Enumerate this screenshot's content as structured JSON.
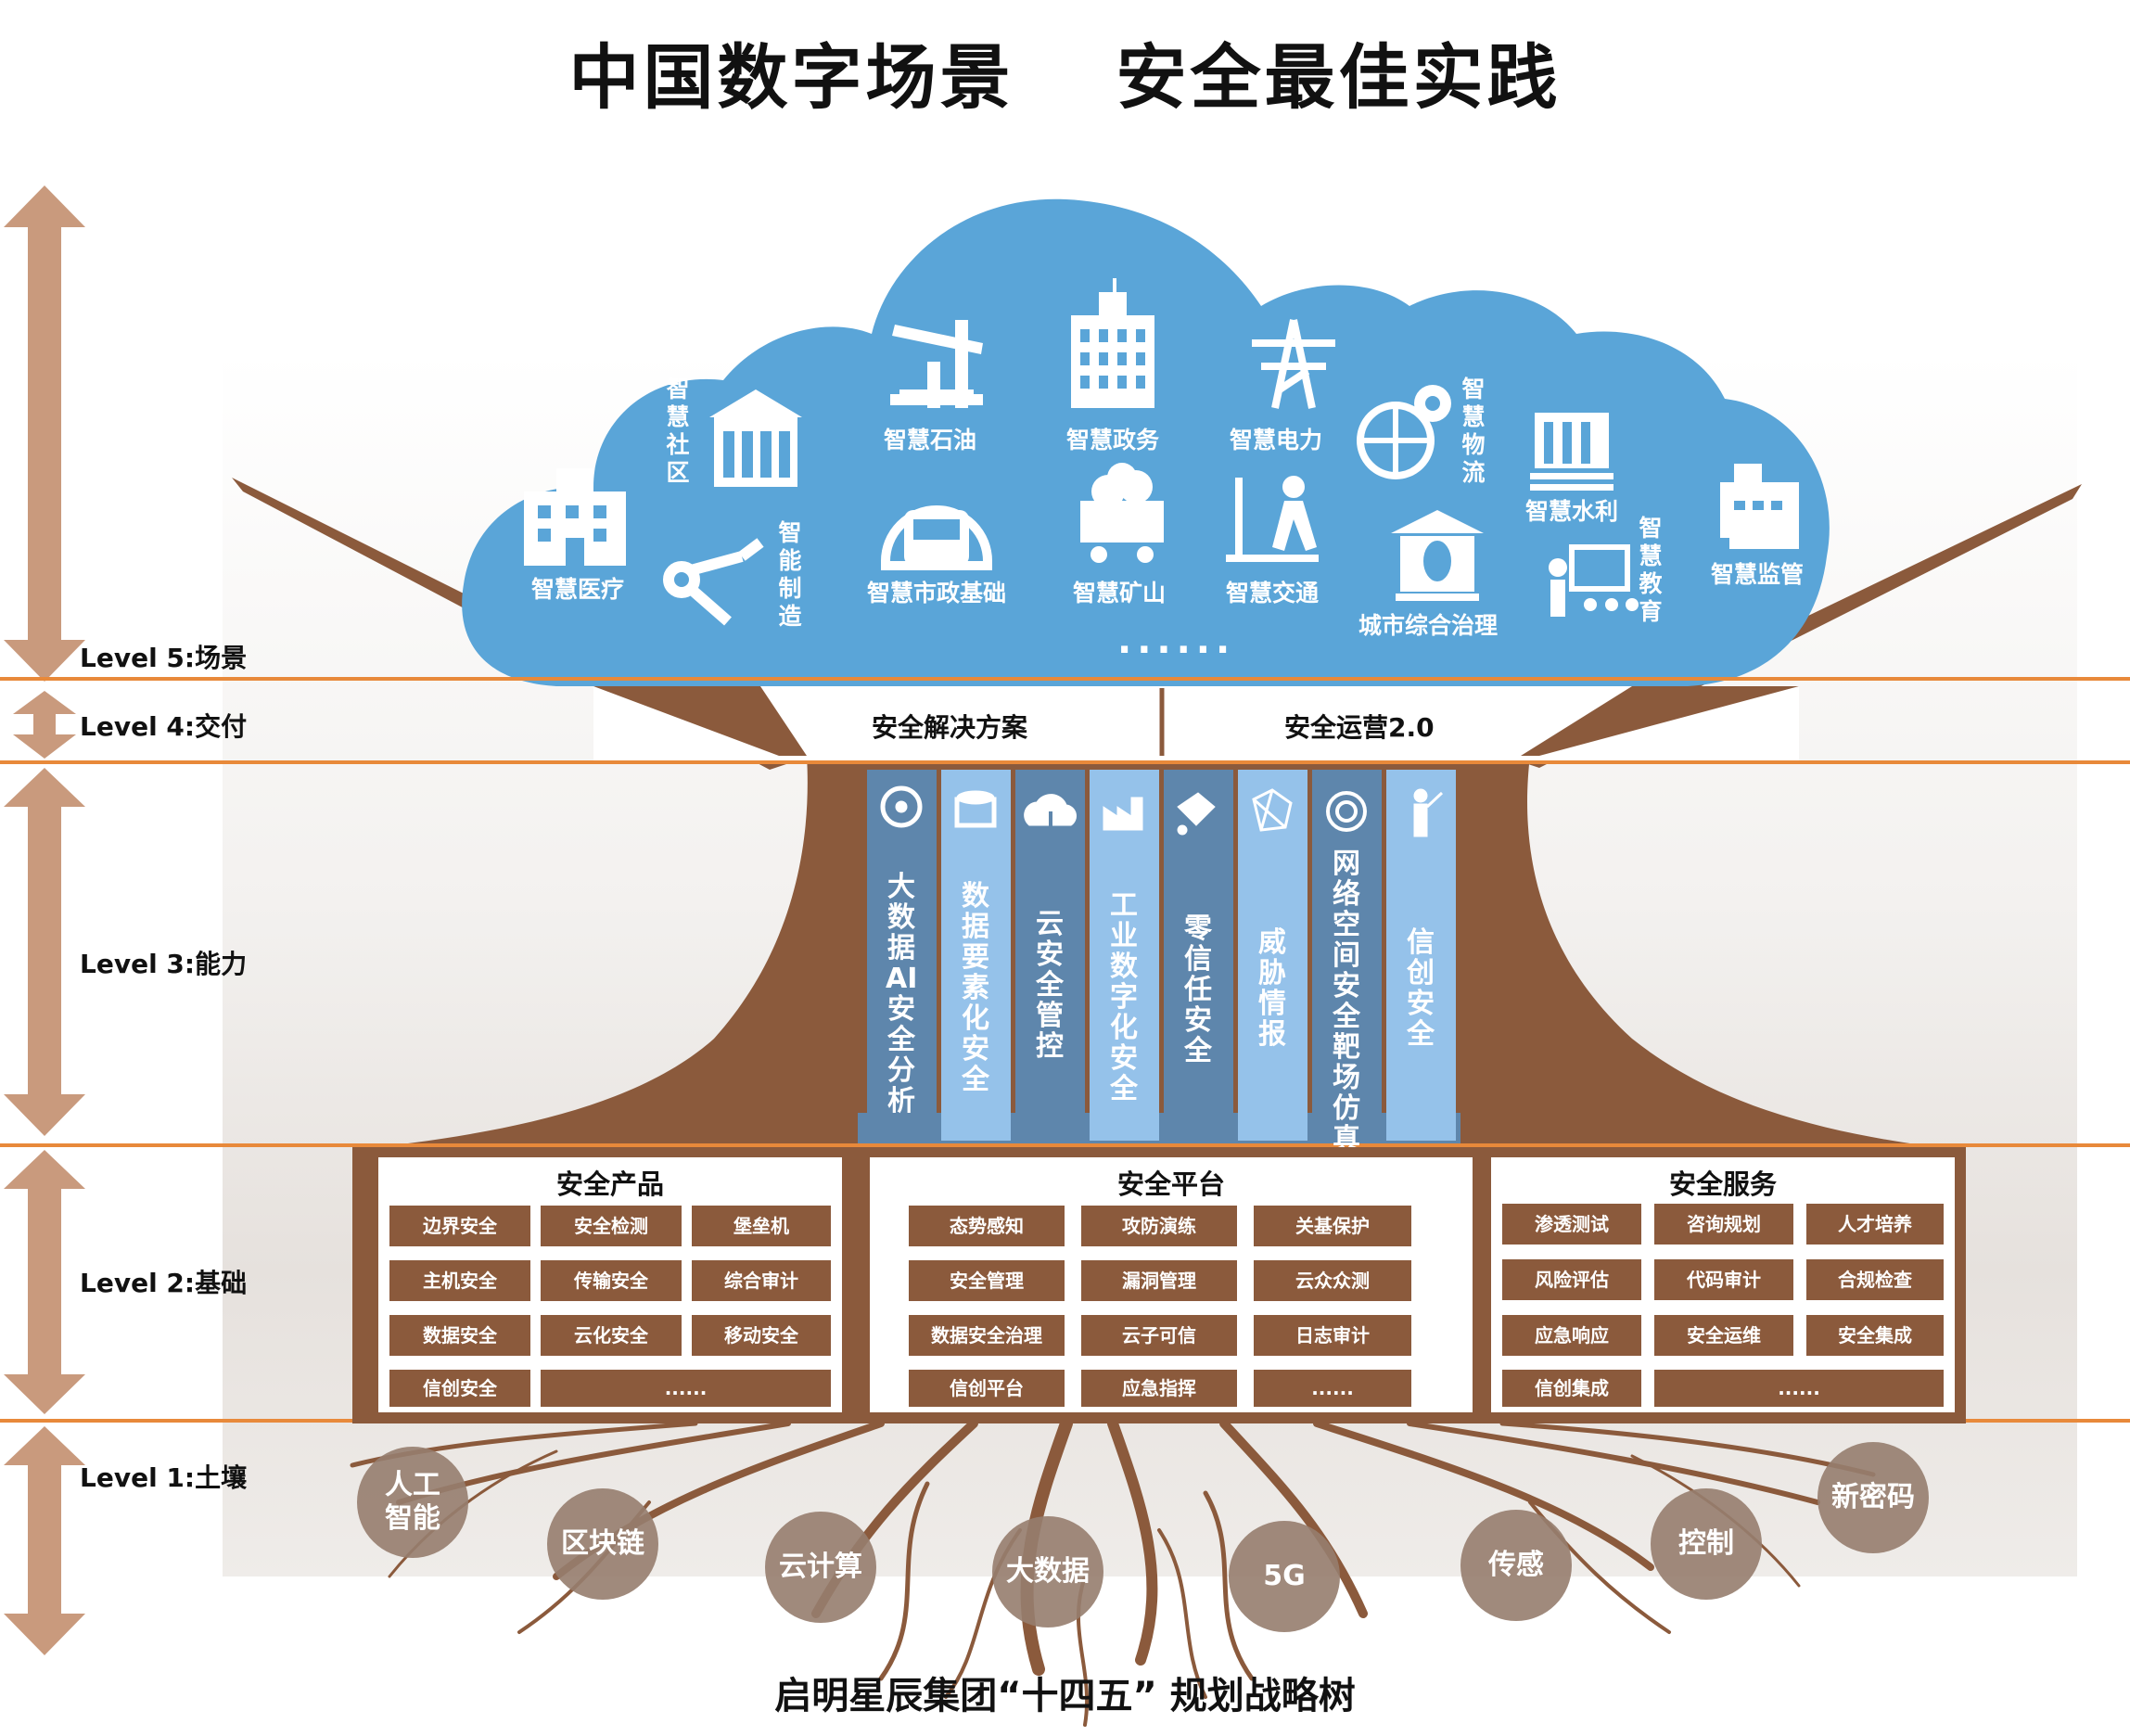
{
  "title": {
    "left": "中国数字场景",
    "right": "安全最佳实践"
  },
  "footer": "启明星辰集团“十四五” 规划战略树",
  "levels": [
    "Level 5:场景",
    "Level 4:交付",
    "Level 3:能力",
    "Level 2:基础",
    "Level 1:土壤"
  ],
  "colors": {
    "cloud": "#5aa5d8",
    "trunk": "#8b5a3c",
    "arrow": "#c99a7d",
    "band": "#e8893a",
    "pillar_dark": "#5e86ac",
    "pillar_light": "#95c2ea"
  },
  "scenes": {
    "medical": "智慧医疗",
    "community": "智慧社区",
    "manufacturing": "智能制造",
    "oil": "智慧石油",
    "gov": "智慧政务",
    "power": "智慧电力",
    "logistics": "智慧物流",
    "water": "智慧水利",
    "supervision": "智慧监管",
    "municipal": "智慧市政基础",
    "mine": "智慧矿山",
    "traffic": "智慧交通",
    "city": "城市综合治理",
    "education": "智慧教育",
    "more": "......"
  },
  "delivery": {
    "left": "安全解决方案",
    "right": "安全运营2.0"
  },
  "capabilities": [
    "大数据AI安全分析",
    "数据要素化安全",
    "云安全管控",
    "工业数字化安全",
    "零信任安全",
    "威胁情报",
    "网络空间安全靶场仿真",
    "信创安全"
  ],
  "foundation": {
    "products": {
      "title": "安全产品",
      "items": [
        "边界安全",
        "安全检测",
        "堡垒机",
        "主机安全",
        "传输安全",
        "综合审计",
        "数据安全",
        "云化安全",
        "移动安全",
        "信创安全",
        "......"
      ]
    },
    "platform": {
      "title": "安全平台",
      "items": [
        "态势感知",
        "攻防演练",
        "关基保护",
        "安全管理",
        "漏洞管理",
        "云众众测",
        "数据安全治理",
        "云子可信",
        "日志审计",
        "信创平台",
        "应急指挥",
        "......"
      ]
    },
    "services": {
      "title": "安全服务",
      "items": [
        "渗透测试",
        "咨询规划",
        "人才培养",
        "风险评估",
        "代码审计",
        "合规检查",
        "应急响应",
        "安全运维",
        "安全集成",
        "信创集成",
        "......"
      ]
    }
  },
  "soil": [
    "人工智能",
    "区块链",
    "云计算",
    "大数据",
    "5G",
    "传感",
    "控制",
    "新密码"
  ]
}
